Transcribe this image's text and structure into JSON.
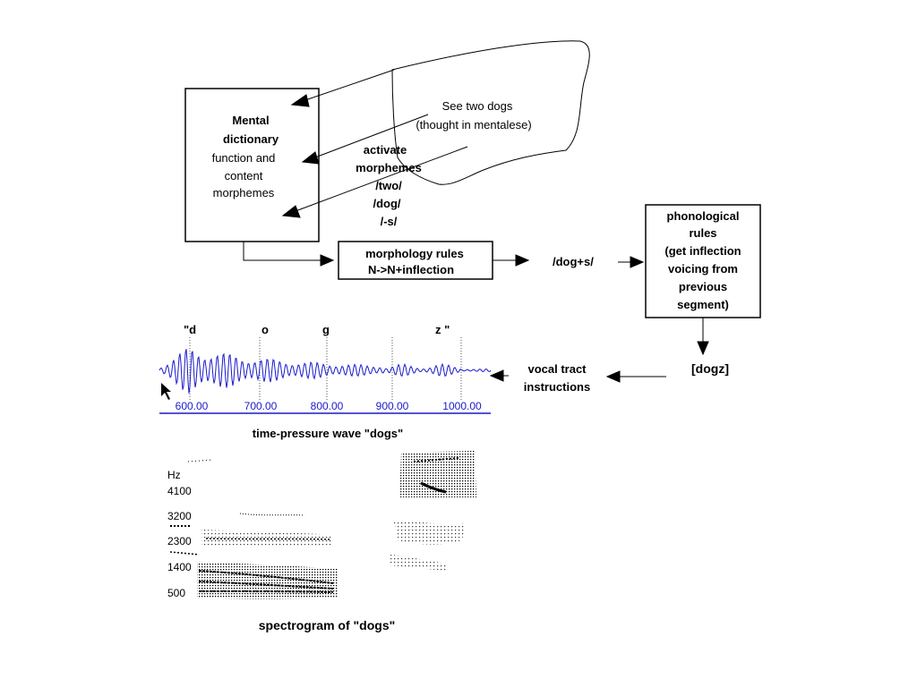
{
  "thought": {
    "line1": "See two dogs",
    "line2": "(thought in mentalese)"
  },
  "mental_dictionary": {
    "title1": "Mental",
    "title2": "dictionary",
    "line3": "function and",
    "line4": "content",
    "line5": "morphemes"
  },
  "activate": {
    "line1": "activate",
    "line2": "morphemes",
    "line3": "/two/",
    "line4": "/dog/",
    "line5": "/-s/"
  },
  "morphology": {
    "line1": "morphology rules",
    "line2": "N->N+inflection"
  },
  "output_form": "/dog+s/",
  "phonological": {
    "line1": "phonological",
    "line2": "rules",
    "line3": "(get inflection",
    "line4": "voicing from",
    "line5": "previous",
    "line6": "segment)"
  },
  "phonetic_form": "[dogz]",
  "vocal_tract": {
    "line1": "vocal tract",
    "line2": "instructions"
  },
  "waveform": {
    "segment_labels": [
      "\"d",
      "o",
      "g",
      "z \""
    ],
    "ticks": [
      "600.00",
      "700.00",
      "800.00",
      "900.00",
      "1000.00"
    ],
    "caption": "time-pressure wave \"dogs\"",
    "color": "#1a1acc"
  },
  "spectrogram": {
    "unit": "Hz",
    "freq_labels": [
      "4100",
      "3200",
      "2300",
      "1400",
      "500"
    ],
    "caption": "spectrogram of \"dogs\""
  }
}
